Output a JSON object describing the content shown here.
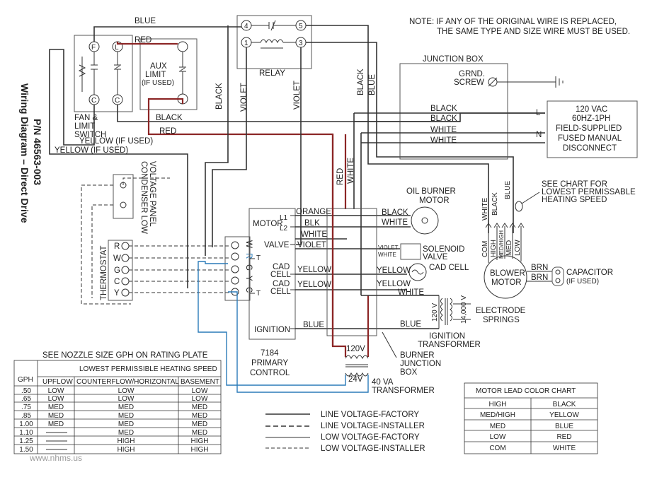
{
  "title": "Wiring Diagram – Direct Drive",
  "part_number": "P/N 46563-003",
  "note_line1": "NOTE:  IF ANY OF THE ORIGINAL WIRE IS REPLACED,",
  "note_line2": "THE SAME TYPE AND SIZE WIRE MUST BE USED.",
  "watermark": "www.nhms.us",
  "labels": {
    "blue_top": "BLUE",
    "red_top": "RED",
    "aux_limit_1": "AUX",
    "aux_limit_2": "LIMIT",
    "aux_limit_3": "(IF USED)",
    "fan_limit_1": "FAN &",
    "fan_limit_2": "LIMIT",
    "fan_limit_3": "SWITCH",
    "term_f": "F",
    "term_l": "L",
    "term_c1": "C",
    "term_c2": "C",
    "black_mid": "BLACK",
    "red_mid": "RED",
    "yellow_if_used_1": "YELLOW (IF USED)",
    "yellow_if_used_2": "YELLOW (IF USED)",
    "relay": "RELAY",
    "relay_4": "4",
    "relay_5": "5",
    "relay_1": "1",
    "relay_3": "3",
    "relay_black": "BLACK",
    "relay_violet1": "VIOLET",
    "relay_violet2": "VIOLET",
    "relay_black2": "BLACK",
    "relay_blue": "BLUE",
    "junction_box": "JUNCTION BOX",
    "grnd_screw_1": "GRND.",
    "grnd_screw_2": "SCREW",
    "jb_black1": "BLACK",
    "jb_black2": "BLACK",
    "jb_white1": "WHITE",
    "jb_white2": "WHITE",
    "l_term": "L",
    "n_term": "N",
    "supply_1": "120 VAC",
    "supply_2": "60HZ-1PH",
    "supply_3": "FIELD-SUPPLIED",
    "supply_4": "FUSED MANUAL",
    "supply_5": "DISCONNECT",
    "red_vert": "RED",
    "white_vert": "WHITE",
    "condenser_1": "CONDENSER LOW",
    "condenser_2": "VOLTAGE PANEL",
    "thermostat": "THERMOSTAT",
    "t_r": "R",
    "t_w": "W",
    "t_y": "Y",
    "t_c": "C",
    "t_g": "G",
    "pc_w": "W",
    "pc_r": "R",
    "pc_t1": "T",
    "pc_t2": "T",
    "pc_y": "Y",
    "pc_c": "C",
    "pc_g": "G",
    "motor": "MOTOR",
    "motor_l1": "L1",
    "motor_l2": "L2",
    "orange": "ORANGE",
    "blk": "BLK",
    "white_pc": "WHITE",
    "valve": "VALVE",
    "violet_pc": "VIOLET",
    "cad_cell_1a": "CAD",
    "cad_cell_1b": "CELL",
    "cad_cell_2a": "CAD",
    "cad_cell_2b": "CELL",
    "yellow_pc1": "YELLOW",
    "yellow_pc2": "YELLOW",
    "ignition": "IGNITION",
    "blue_pc": "BLUE",
    "primary_1": "7184",
    "primary_2": "PRIMARY",
    "primary_3": "CONTROL",
    "oil_burner_1": "OIL BURNER",
    "oil_burner_2": "MOTOR",
    "ob_black": "BLACK",
    "ob_white": "WHITE",
    "solenoid_violet": "VIOLET",
    "solenoid_white": "WHITE",
    "solenoid_1": "SOLENOID",
    "solenoid_2": "VALVE",
    "cadcell_yellow1": "YELLOW",
    "cadcell_yellow2": "YELLOW",
    "cadcell_label": "CAD CELL",
    "white_bottom": "WHITE",
    "blue_bottom": "BLUE",
    "v120_side": "120 V",
    "v14000": "14,000 V",
    "electrode_1": "ELECTRODE",
    "electrode_2": "SPRINGS",
    "ign_trans_1": "IGNITION",
    "ign_trans_2": "TRANSFORMER",
    "burner_jb_1": "BURNER",
    "burner_jb_2": "JUNCTION",
    "burner_jb_3": "BOX",
    "v120": "120V",
    "v24": "24V",
    "va40_1": "40 VA",
    "va40_2": "TRANSFORMER",
    "see_chart_1": "SEE CHART FOR",
    "see_chart_2": "LOWEST PERMISSABLE",
    "see_chart_3": "HEATING SPEED",
    "bm_white": "WHITE",
    "bm_black": "BLACK",
    "bm_blue": "BLUE",
    "bm_com": "COM",
    "bm_high": "HIGH",
    "bm_medhigh": "MED/HIGH",
    "bm_med": "MED",
    "bm_low": "LOW",
    "blower_1": "BLOWER",
    "blower_2": "MOTOR",
    "brn1": "BRN",
    "brn2": "BRN",
    "capacitor_1": "CAPACITOR",
    "capacitor_2": "(IF USED)"
  },
  "nozzle_table": {
    "caption": "SEE NOZZLE SIZE GPH ON RATING PLATE",
    "header_span": "LOWEST PERMISSIBLE HEATING SPEED",
    "col_gph": "GPH",
    "col_upflow": "UPFLOW",
    "col_counter": "COUNTERFLOW/HORIZONTAL",
    "col_basement": "BASEMENT",
    "rows": [
      {
        "gph": ".50",
        "up": "LOW",
        "counter": "LOW",
        "base": "LOW"
      },
      {
        "gph": ".65",
        "up": "LOW",
        "counter": "LOW",
        "base": "LOW"
      },
      {
        "gph": ".75",
        "up": "MED",
        "counter": "MED",
        "base": "MED"
      },
      {
        "gph": ".85",
        "up": "MED",
        "counter": "MED",
        "base": "MED"
      },
      {
        "gph": "1.00",
        "up": "MED",
        "counter": "MED",
        "base": "MED"
      },
      {
        "gph": "1.10",
        "up": "",
        "counter": "MED",
        "base": "MED"
      },
      {
        "gph": "1.25",
        "up": "",
        "counter": "HIGH",
        "base": "HIGH"
      },
      {
        "gph": "1.50",
        "up": "",
        "counter": "HIGH",
        "base": "HIGH"
      }
    ]
  },
  "legend": {
    "line_factory": "LINE VOLTAGE-FACTORY",
    "line_installer": "LINE VOLTAGE-INSTALLER",
    "low_factory": "LOW VOLTAGE-FACTORY",
    "low_installer": "LOW VOLTAGE-INSTALLER"
  },
  "motor_lead_table": {
    "title": "MOTOR LEAD COLOR CHART",
    "rows": [
      {
        "lead": "HIGH",
        "color": "BLACK"
      },
      {
        "lead": "MED/HIGH",
        "color": "YELLOW"
      },
      {
        "lead": "MED",
        "color": "BLUE"
      },
      {
        "lead": "LOW",
        "color": "RED"
      },
      {
        "lead": "COM",
        "color": "WHITE"
      }
    ]
  },
  "colors": {
    "wire_black": "#333333",
    "wire_red": "#8c2626",
    "wire_blue": "#2a7ab8"
  }
}
